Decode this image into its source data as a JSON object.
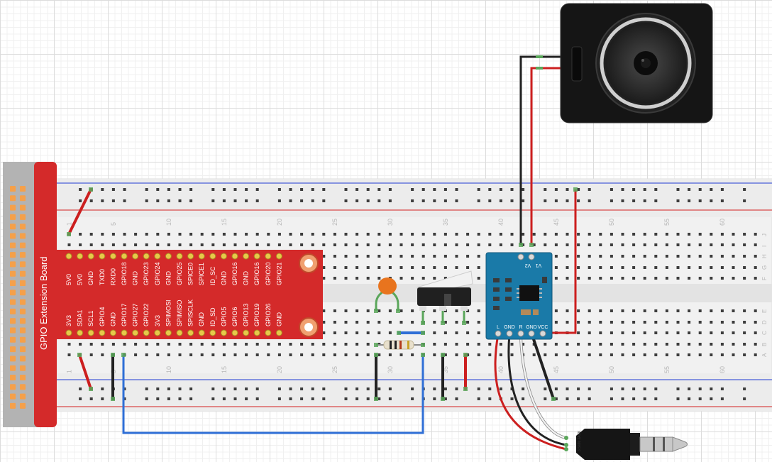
{
  "extension_board": {
    "title": "GPIO Extension Board",
    "top_row_pins": [
      "5V0",
      "5V0",
      "GND",
      "TXD0",
      "RXD0",
      "GPIO18",
      "GND",
      "GPIO23",
      "GPIO24",
      "GND",
      "GPIO25",
      "SPICE0",
      "SPICE1",
      "ID_SC",
      "GND",
      "GPIO16",
      "GND",
      "GPIO16",
      "GPIO20",
      "GPIO21"
    ],
    "bottom_row_pins": [
      "3V3",
      "SDA1",
      "SCL1",
      "GPIO4",
      "GND",
      "GPIO17",
      "GPIO27",
      "GPIO22",
      "3V3",
      "SPIMOSI",
      "SPIMISO",
      "SPISCLK",
      "GND",
      "ID_SD",
      "GPIO5",
      "GPIO6",
      "GPIO13",
      "GPIO19",
      "GPIO26",
      "GND"
    ]
  },
  "breadboard": {
    "column_numbers_top": [
      "1",
      "5",
      "10",
      "15",
      "20",
      "25",
      "30",
      "35",
      "40",
      "45",
      "50",
      "55",
      "60"
    ],
    "column_numbers_bottom": [
      "1",
      "5",
      "10",
      "15",
      "20",
      "25",
      "30",
      "35",
      "40",
      "45",
      "50",
      "55",
      "60"
    ],
    "row_letters_top": [
      "J",
      "I",
      "H",
      "G",
      "F"
    ],
    "row_letters_bottom": [
      "E",
      "D",
      "C",
      "B",
      "A"
    ]
  },
  "amplifier_module": {
    "top_pins": [
      "V2",
      "V1"
    ],
    "bottom_pins": [
      "L",
      "GND",
      "R",
      "GND",
      "VCC"
    ]
  },
  "audio_jack": {
    "label": "3.5MM JACK"
  },
  "colors": {
    "board_red": "#d42a2a",
    "amplifier_blue": "#1a7aa8",
    "wire_red": "#cc1f1f",
    "wire_black": "#222222",
    "wire_blue": "#2f6fd6",
    "wire_white": "#f2f2f2",
    "capacitor_orange": "#e8741e",
    "rail_red": "#d94a4a",
    "rail_blue": "#4a5ed9"
  },
  "icons": [
    "speaker-icon",
    "capacitor-icon",
    "resistor-icon",
    "potentiometer-icon",
    "amplifier-chip-icon",
    "audio-jack-icon"
  ]
}
